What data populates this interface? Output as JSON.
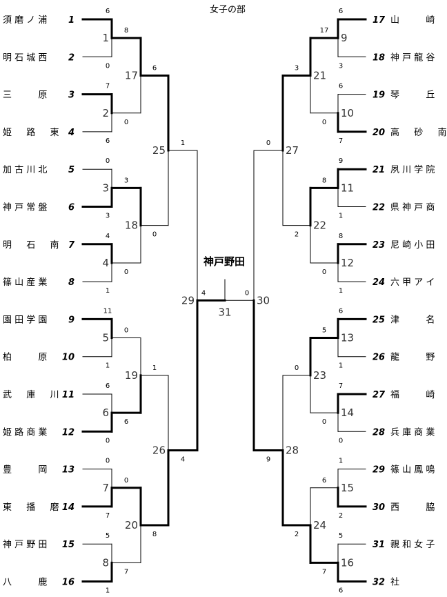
{
  "title": "女子の部",
  "champion": "神戸野田",
  "teams": [
    {
      "seed": "1",
      "name": "須 磨 ノ 浦",
      "side": "L",
      "won": true
    },
    {
      "seed": "2",
      "name": "明 石 城 西",
      "side": "L",
      "won": false
    },
    {
      "seed": "3",
      "name": "三 　 　 原",
      "side": "L",
      "won": true
    },
    {
      "seed": "4",
      "name": "姫 　 路 　 東",
      "side": "L",
      "won": false
    },
    {
      "seed": "5",
      "name": "加 古 川 北",
      "side": "L",
      "won": false
    },
    {
      "seed": "6",
      "name": "神 戸 常 盤",
      "side": "L",
      "won": true
    },
    {
      "seed": "7",
      "name": "明 　 石 　 南",
      "side": "L",
      "won": true
    },
    {
      "seed": "8",
      "name": "篠 山 産 業",
      "side": "L",
      "won": false
    },
    {
      "seed": "9",
      "name": "園 田 学 園",
      "side": "L",
      "won": true
    },
    {
      "seed": "10",
      "name": "柏 　 　 原",
      "side": "L",
      "won": false
    },
    {
      "seed": "11",
      "name": "武 　 庫 　 川",
      "side": "L",
      "won": false
    },
    {
      "seed": "12",
      "name": "姫 路 商 業",
      "side": "L",
      "won": true
    },
    {
      "seed": "13",
      "name": "豊 　 　 岡",
      "side": "L",
      "won": false
    },
    {
      "seed": "14",
      "name": "東 　 播 　 磨",
      "side": "L",
      "won": true
    },
    {
      "seed": "15",
      "name": "神 戸 野 田",
      "side": "L",
      "won": false
    },
    {
      "seed": "16",
      "name": "八 　 　 鹿",
      "side": "L",
      "won": true
    },
    {
      "seed": "17",
      "name": "山 　 　 崎",
      "side": "R",
      "won": true
    },
    {
      "seed": "18",
      "name": "神 戸 龍 谷",
      "side": "R",
      "won": false
    },
    {
      "seed": "19",
      "name": "琴 　 　 丘",
      "side": "R",
      "won": false
    },
    {
      "seed": "20",
      "name": "高 　 砂 　 南",
      "side": "R",
      "won": true
    },
    {
      "seed": "21",
      "name": "夙 川 学 院",
      "side": "R",
      "won": true
    },
    {
      "seed": "22",
      "name": "県 神 戸 商",
      "side": "R",
      "won": false
    },
    {
      "seed": "23",
      "name": "尼 崎 小 田",
      "side": "R",
      "won": true
    },
    {
      "seed": "24",
      "name": "六 甲 ア イ",
      "side": "R",
      "won": false
    },
    {
      "seed": "25",
      "name": "津 　 　 名",
      "side": "R",
      "won": true
    },
    {
      "seed": "26",
      "name": "龍 　 　 野",
      "side": "R",
      "won": false
    },
    {
      "seed": "27",
      "name": "福 　 　 崎",
      "side": "R",
      "won": true
    },
    {
      "seed": "28",
      "name": "兵 庫 商 業",
      "side": "R",
      "won": false
    },
    {
      "seed": "29",
      "name": "篠 山 鳳 鳴",
      "side": "R",
      "won": false
    },
    {
      "seed": "30",
      "name": "西 　 　 脇",
      "side": "R",
      "won": true
    },
    {
      "seed": "31",
      "name": "親 和 女 子",
      "side": "R",
      "won": false
    },
    {
      "seed": "32",
      "name": "社",
      "side": "R",
      "won": true
    }
  ],
  "round1": [
    {
      "match": "1",
      "top_score": "6",
      "bottom_score": "0",
      "winner": "top"
    },
    {
      "match": "2",
      "top_score": "7",
      "bottom_score": "6",
      "winner": "top"
    },
    {
      "match": "3",
      "top_score": "0",
      "bottom_score": "3",
      "winner": "bottom"
    },
    {
      "match": "4",
      "top_score": "4",
      "bottom_score": "1",
      "winner": "top"
    },
    {
      "match": "5",
      "top_score": "11",
      "bottom_score": "1",
      "winner": "top"
    },
    {
      "match": "6",
      "top_score": "6",
      "bottom_score": "0",
      "winner": "bottom"
    },
    {
      "match": "7",
      "top_score": "0",
      "bottom_score": "7",
      "winner": "bottom"
    },
    {
      "match": "8",
      "top_score": "5",
      "bottom_score": "1",
      "winner": "bottom"
    },
    {
      "match": "9",
      "top_score": "6",
      "bottom_score": "3",
      "winner": "top"
    },
    {
      "match": "10",
      "top_score": "6",
      "bottom_score": "7",
      "winner": "bottom"
    },
    {
      "match": "11",
      "top_score": "9",
      "bottom_score": "1",
      "winner": "top"
    },
    {
      "match": "12",
      "top_score": "8",
      "bottom_score": "1",
      "winner": "top"
    },
    {
      "match": "13",
      "top_score": "6",
      "bottom_score": "1",
      "winner": "top"
    },
    {
      "match": "14",
      "top_score": "7",
      "bottom_score": "0",
      "winner": "top"
    },
    {
      "match": "15",
      "top_score": "1",
      "bottom_score": "2",
      "winner": "bottom"
    },
    {
      "match": "16",
      "top_score": "5",
      "bottom_score": "6",
      "winner": "bottom"
    }
  ],
  "round2": [
    {
      "match": "17",
      "top_score": "8",
      "bottom_score": "0",
      "winner": "top"
    },
    {
      "match": "18",
      "top_score": "3",
      "bottom_score": "0",
      "winner": "top"
    },
    {
      "match": "19",
      "top_score": "0",
      "bottom_score": "6",
      "winner": "bottom"
    },
    {
      "match": "20",
      "top_score": "0",
      "bottom_score": "7",
      "winner": "top"
    },
    {
      "match": "21",
      "top_score": "17",
      "bottom_score": "0",
      "winner": "top"
    },
    {
      "match": "22",
      "top_score": "8",
      "bottom_score": "0",
      "winner": "top"
    },
    {
      "match": "23",
      "top_score": "5",
      "bottom_score": "0",
      "winner": "top"
    },
    {
      "match": "24",
      "top_score": "6",
      "bottom_score": "7",
      "winner": "bottom"
    }
  ],
  "round3": [
    {
      "match": "25",
      "top_score": "6",
      "bottom_score": "0",
      "winner": "top"
    },
    {
      "match": "26",
      "top_score": "1",
      "bottom_score": "8",
      "winner": "bottom"
    },
    {
      "match": "27",
      "top_score": "3",
      "bottom_score": "2",
      "winner": "top"
    },
    {
      "match": "28",
      "top_score": "0",
      "bottom_score": "2",
      "winner": "bottom"
    }
  ],
  "round4": [
    {
      "match": "29",
      "top_score": "1",
      "bottom_score": "4",
      "winner": "bottom"
    },
    {
      "match": "30",
      "top_score": "0",
      "bottom_score": "9",
      "winner": "bottom"
    }
  ],
  "final": {
    "match": "31",
    "left_score": "4",
    "right_score": "0",
    "winner": "left"
  }
}
